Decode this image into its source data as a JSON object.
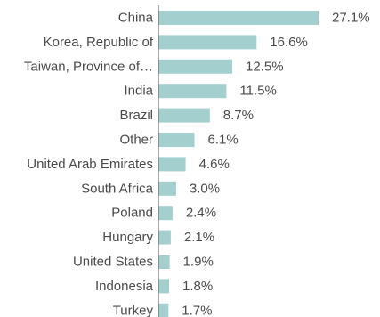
{
  "chart_data": {
    "type": "bar",
    "orientation": "horizontal",
    "categories": [
      "China",
      "Korea, Republic of",
      "Taiwan, Province of…",
      "India",
      "Brazil",
      "Other",
      "United Arab Emirates",
      "South Africa",
      "Poland",
      "Hungary",
      "United States",
      "Indonesia",
      "Turkey"
    ],
    "values": [
      27.1,
      16.6,
      12.5,
      11.5,
      8.7,
      6.1,
      4.6,
      3.0,
      2.4,
      2.1,
      1.9,
      1.8,
      1.7
    ],
    "value_labels": [
      "27.1%",
      "16.6%",
      "12.5%",
      "11.5%",
      "8.7%",
      "6.1%",
      "4.6%",
      "3.0%",
      "2.4%",
      "2.1%",
      "1.9%",
      "1.8%",
      "1.7%"
    ],
    "value_unit": "%",
    "xlim": [
      0,
      27.1
    ],
    "grid": false,
    "legend": "none",
    "colors": {
      "bar": "#a3d0cf",
      "text": "#4a4a4a",
      "axis": "#555555"
    }
  }
}
